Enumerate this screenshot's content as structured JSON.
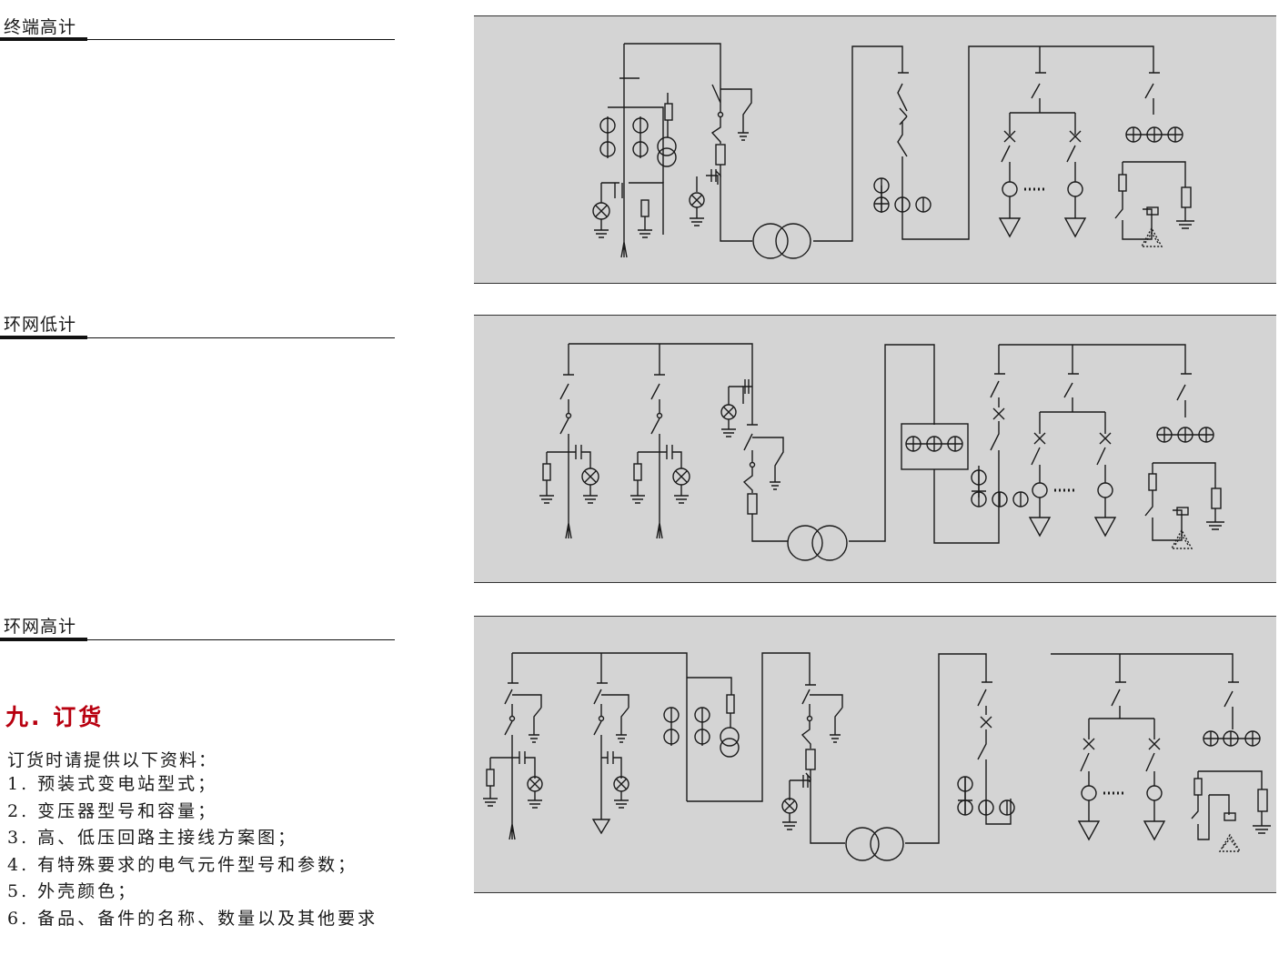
{
  "sections": [
    {
      "label": "终端高计"
    },
    {
      "label": "环网低计"
    },
    {
      "label": "环网高计"
    }
  ],
  "order": {
    "title": "九. 订货",
    "intro": "订货时请提供以下资料：",
    "items": [
      "1. 预装式变电站型式；",
      "2. 变压器型号和容量；",
      "3. 高、低压回路主接线方案图；",
      "4. 有特殊要求的电气元件型号和参数；",
      "5. 外壳颜色；",
      "6. 备品、备件的名称、数量以及其他要求"
    ]
  },
  "colors": {
    "panel": "#d4d4d4",
    "line": "#1a1a1a",
    "title": "#b8000f"
  }
}
